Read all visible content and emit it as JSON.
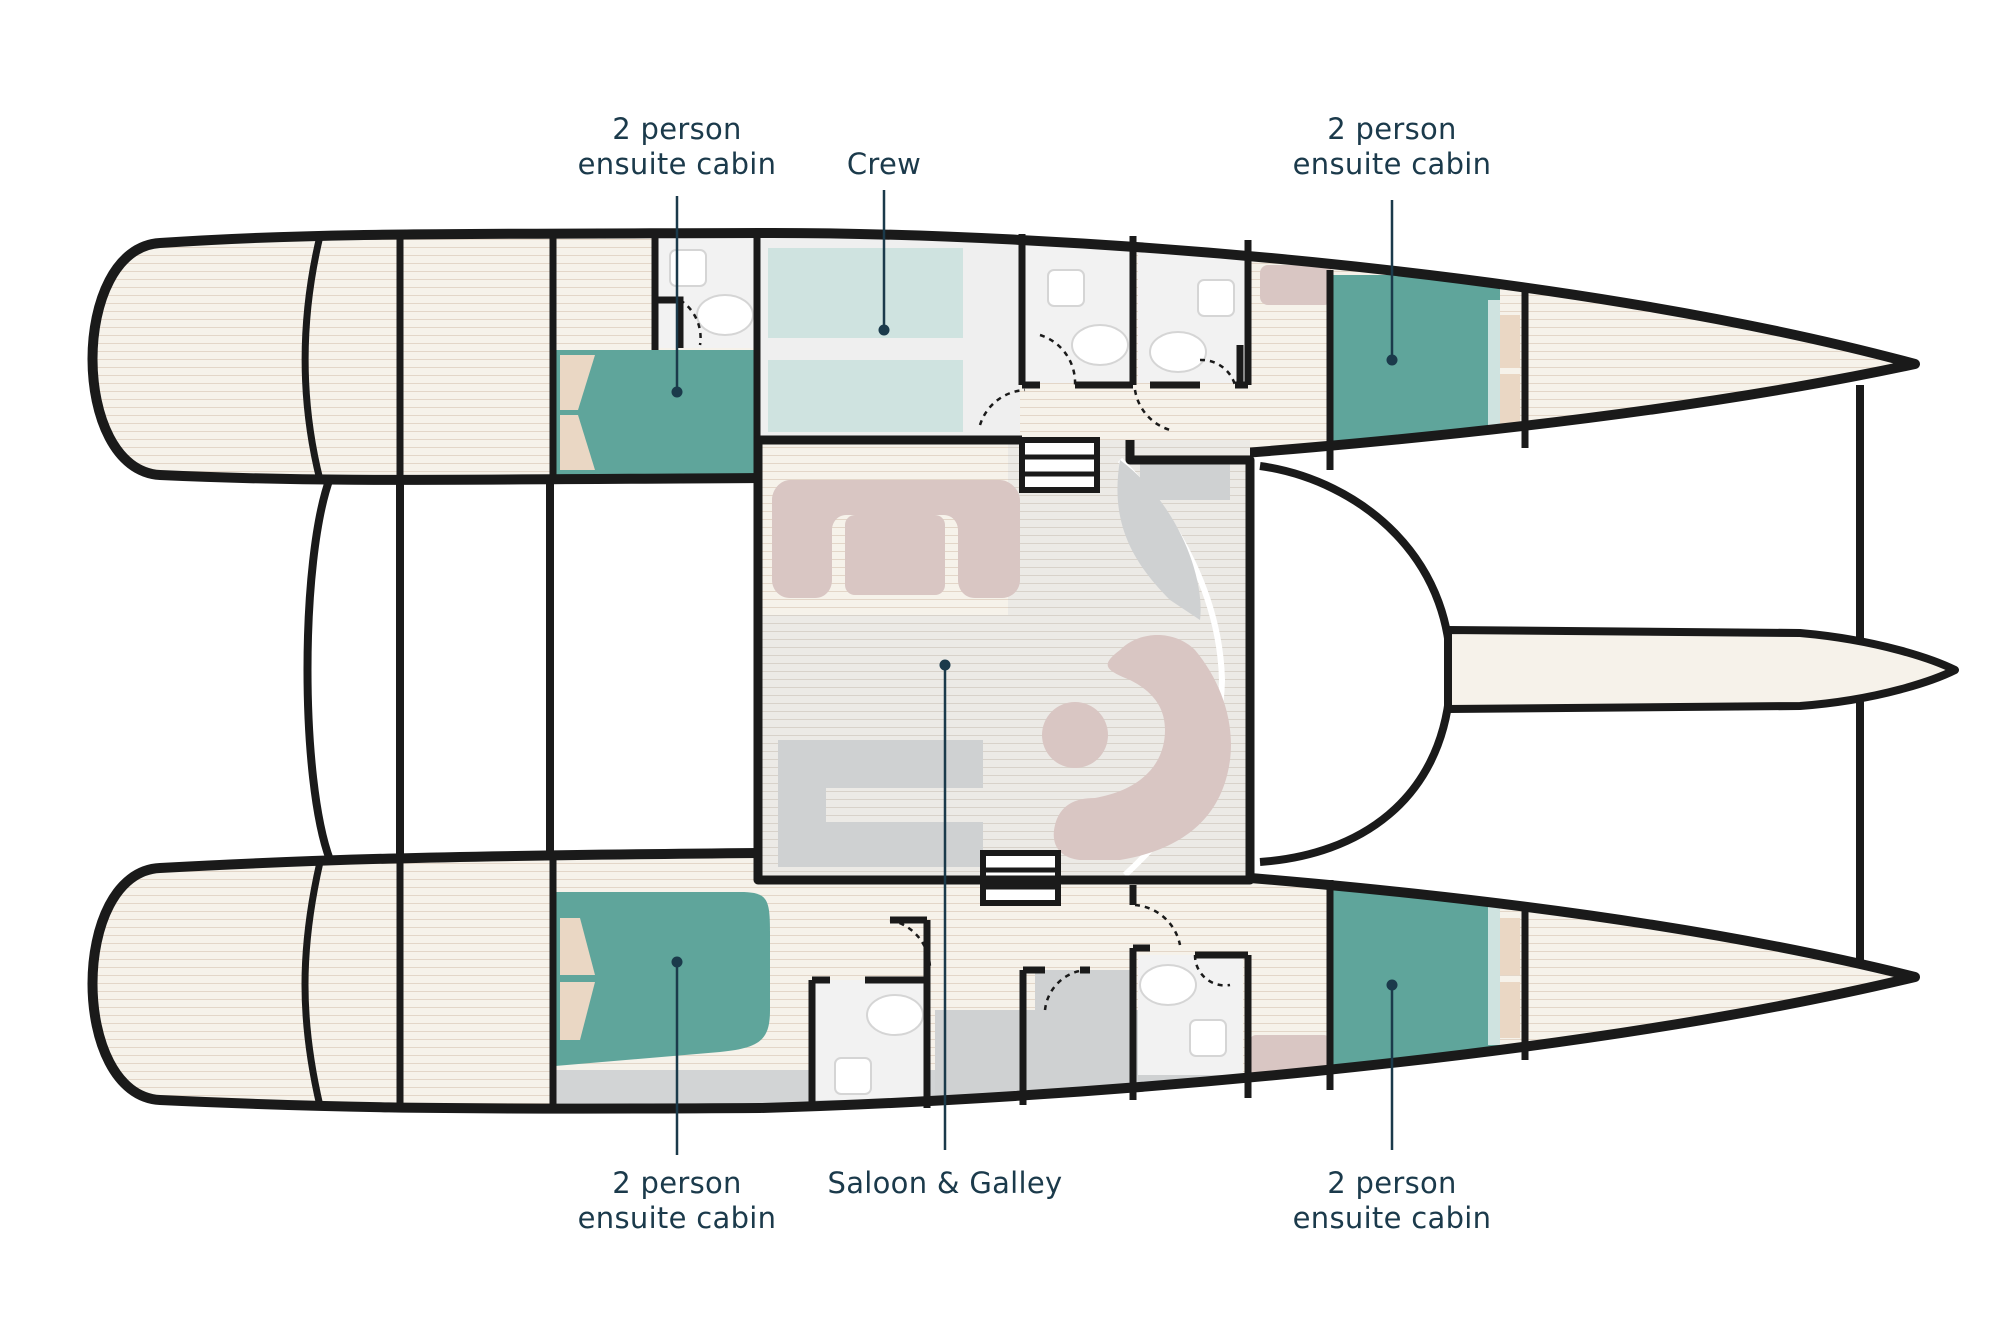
{
  "title": "",
  "colors": {
    "hull_outline": "#1a1a1a",
    "floor": "#f6f2ea",
    "plank_line": "#e3d6c8",
    "cabin_bed": "#5fa59b",
    "crew_bed": "#cfe3e0",
    "pillow": "#ead7c4",
    "sofa": "#d9c6c3",
    "galley_grey": "#cdcfd0",
    "bathroom_floor": "#f2f2f2",
    "leader_line": "#1b3a4b",
    "label_text": "#1b3a4b"
  },
  "labels": {
    "cabin_top_left": {
      "line1": "2 person",
      "line2": "ensuite cabin"
    },
    "crew": {
      "line1": "Crew"
    },
    "cabin_top_right": {
      "line1": "2 person",
      "line2": "ensuite cabin"
    },
    "cabin_bottom_left": {
      "line1": "2 person",
      "line2": "ensuite cabin"
    },
    "saloon": {
      "line1": "Saloon & Galley"
    },
    "cabin_bottom_right": {
      "line1": "2 person",
      "line2": "ensuite cabin"
    }
  }
}
